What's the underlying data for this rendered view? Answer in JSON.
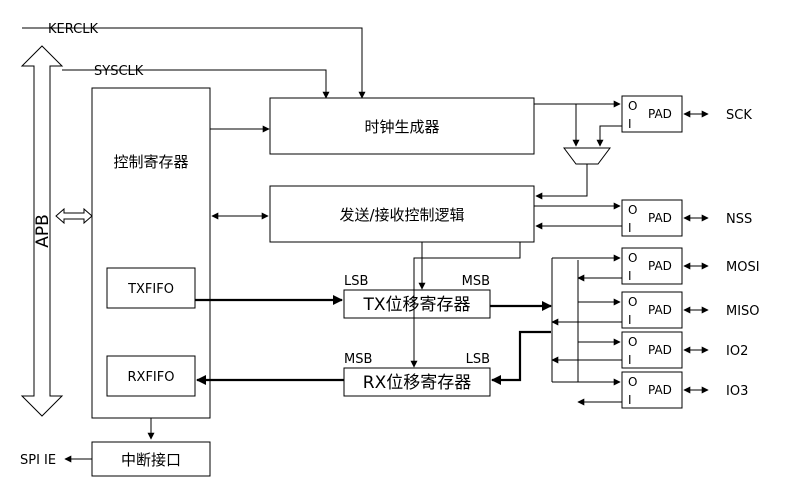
{
  "signals": {
    "kerclk": "KERCLK",
    "sysclk": "SYSCLK",
    "apb": "APB",
    "spi_ie": "SPI IE"
  },
  "blocks": {
    "control_register": "控制寄存器",
    "clock_generator": "时钟生成器",
    "tx_rx_control": "发送/接收控制逻辑",
    "txfifo": "TXFIFO",
    "rxfifo": "RXFIFO",
    "tx_shift": "TX位移寄存器",
    "rx_shift": "RX位移寄存器",
    "interrupt": "中断接口"
  },
  "shift_labels": {
    "tx_lsb": "LSB",
    "tx_msb": "MSB",
    "rx_msb": "MSB",
    "rx_lsb": "LSB"
  },
  "pads": [
    {
      "label": "PAD",
      "o": "O",
      "i": "I",
      "pin": "SCK"
    },
    {
      "label": "PAD",
      "o": "O",
      "i": "I",
      "pin": "NSS"
    },
    {
      "label": "PAD",
      "o": "O",
      "i": "I",
      "pin": "MOSI"
    },
    {
      "label": "PAD",
      "o": "O",
      "i": "I",
      "pin": "MISO"
    },
    {
      "label": "PAD",
      "o": "O",
      "i": "I",
      "pin": "IO2"
    },
    {
      "label": "PAD",
      "o": "O",
      "i": "I",
      "pin": "IO3"
    }
  ]
}
